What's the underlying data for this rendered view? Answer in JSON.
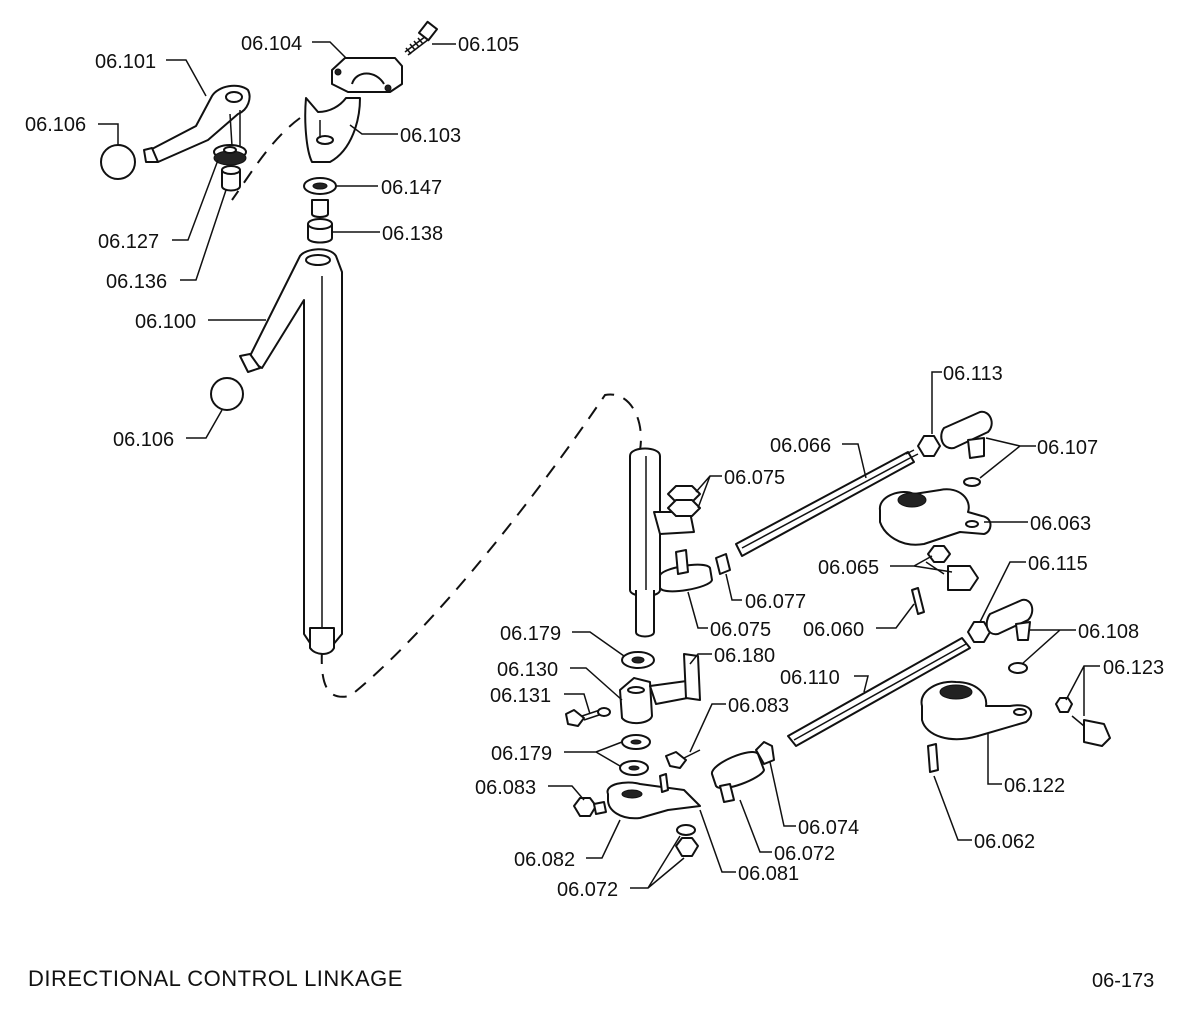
{
  "diagram": {
    "title": "DIRECTIONAL CONTROL LINKAGE",
    "figure_code": "06-173",
    "part_labels": {
      "p104": "06.104",
      "p105": "06.105",
      "p101": "06.101",
      "p106a": "06.106",
      "p103": "06.103",
      "p147": "06.147",
      "p138": "06.138",
      "p127": "06.127",
      "p136": "06.136",
      "p100": "06.100",
      "p106b": "06.106",
      "p113": "06.113",
      "p107": "06.107",
      "p066": "06.066",
      "p075a": "06.075",
      "p063": "06.063",
      "p065": "06.065",
      "p115": "06.115",
      "p077": "06.077",
      "p075b": "06.075",
      "p060": "06.060",
      "p179a": "06.179",
      "p108": "06.108",
      "p180": "06.180",
      "p130": "06.130",
      "p110": "06.110",
      "p123": "06.123",
      "p131": "06.131",
      "p083a": "06.083",
      "p179b": "06.179",
      "p083b": "06.083",
      "p074": "06.074",
      "p122": "06.122",
      "p072a": "06.072",
      "p062": "06.062",
      "p082": "06.082",
      "p081": "06.081",
      "p072b": "06.072"
    }
  }
}
